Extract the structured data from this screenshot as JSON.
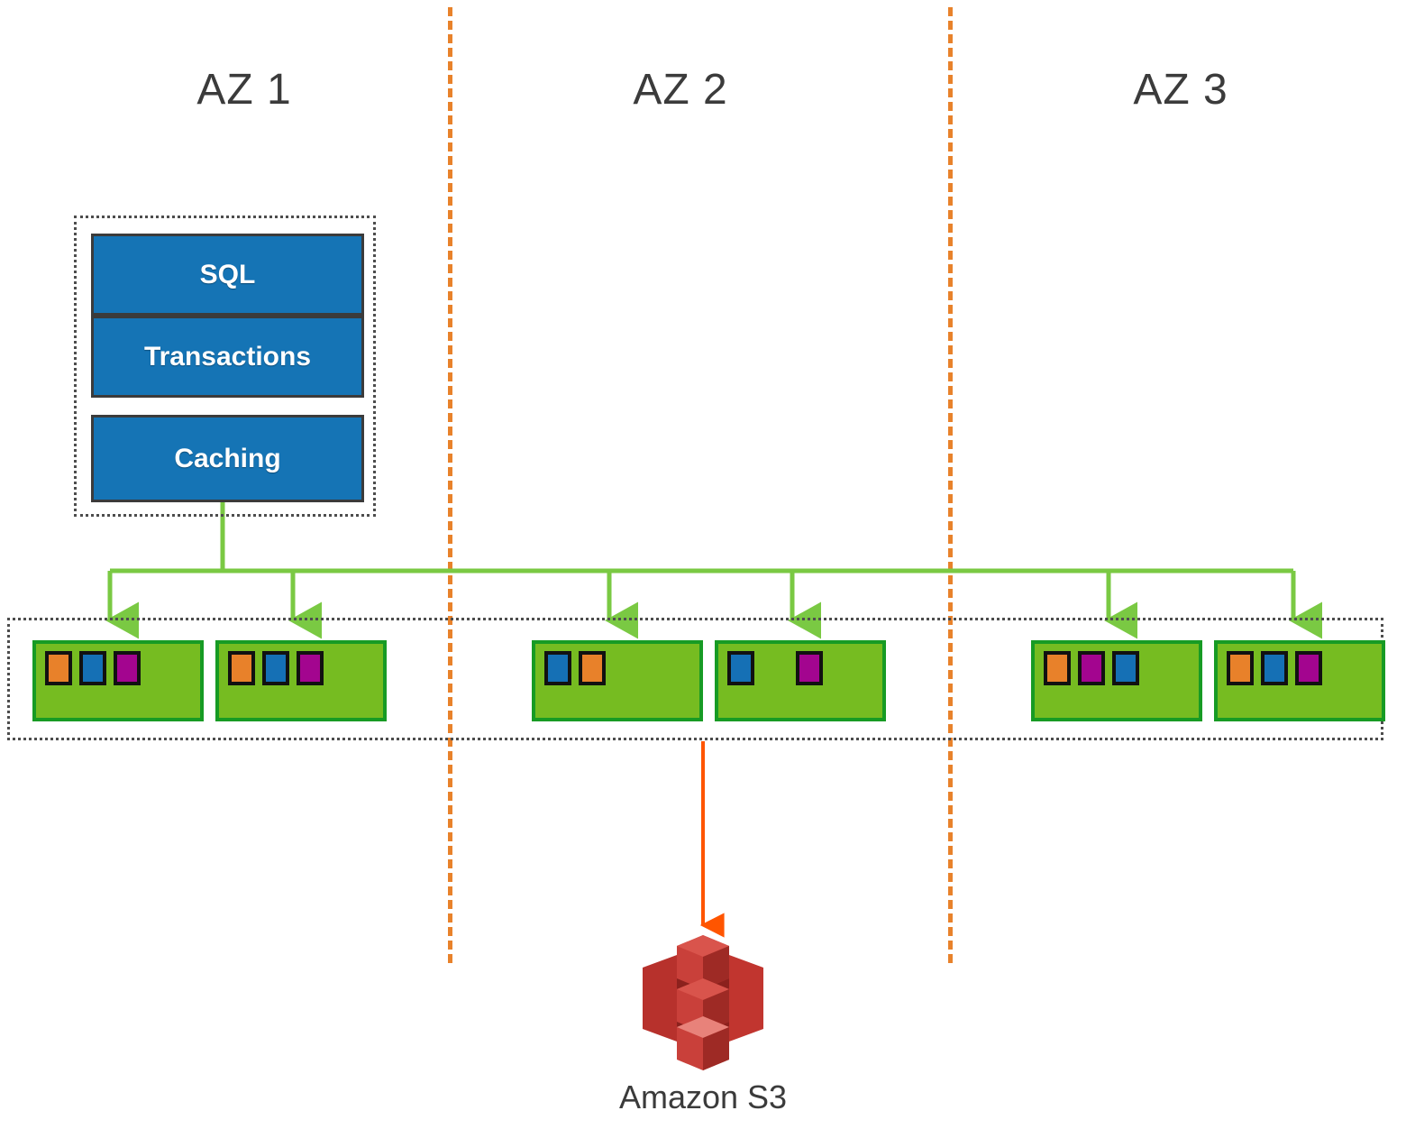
{
  "diagram": {
    "title": "Multi-AZ distributed database storage with Amazon S3 backup",
    "colors": {
      "az_divider": "#E8822B",
      "engine_fill": "#1574B5",
      "node_fill": "#76BC21",
      "node_border": "#179B24",
      "bus_line": "#7AC943",
      "s3_arrow": "#FF5500",
      "s3_red": "#C0392B",
      "segment_orange": "#E8812A",
      "segment_blue": "#1570B5",
      "segment_magenta": "#A3058F",
      "group_border": "#4d4d4d"
    }
  },
  "zones": [
    {
      "id": "az1",
      "label": "AZ 1"
    },
    {
      "id": "az2",
      "label": "AZ 2"
    },
    {
      "id": "az3",
      "label": "AZ 3"
    }
  ],
  "engine_stack": {
    "layers": [
      {
        "id": "sql",
        "label": "SQL"
      },
      {
        "id": "transactions",
        "label": "Transactions"
      },
      {
        "id": "caching",
        "label": "Caching"
      }
    ]
  },
  "storage_nodes": [
    {
      "id": "az1-node-1",
      "zone": "AZ 1",
      "segments": [
        "orange",
        "blue",
        "magenta"
      ],
      "slots": [
        0,
        1,
        2
      ]
    },
    {
      "id": "az1-node-2",
      "zone": "AZ 1",
      "segments": [
        "orange",
        "blue",
        "magenta"
      ],
      "slots": [
        0,
        1,
        2
      ]
    },
    {
      "id": "az2-node-1",
      "zone": "AZ 2",
      "segments": [
        "blue",
        "orange"
      ],
      "slots": [
        0,
        1
      ]
    },
    {
      "id": "az2-node-2",
      "zone": "AZ 2",
      "segments": [
        "blue",
        "magenta"
      ],
      "slots": [
        0,
        2
      ]
    },
    {
      "id": "az3-node-1",
      "zone": "AZ 3",
      "segments": [
        "orange",
        "magenta",
        "blue"
      ],
      "slots": [
        0,
        1,
        2
      ]
    },
    {
      "id": "az3-node-2",
      "zone": "AZ 3",
      "segments": [
        "orange",
        "blue",
        "magenta"
      ],
      "slots": [
        0,
        1,
        2
      ]
    }
  ],
  "storage_service": {
    "name": "Amazon  S3",
    "icon": "amazon-s3-bucket-icon"
  },
  "connectors": {
    "distribution_bus": "green-fan-out-from-caching-to-six-storage-nodes",
    "s3_backup": "orange-arrow-to-amazon-s3"
  }
}
